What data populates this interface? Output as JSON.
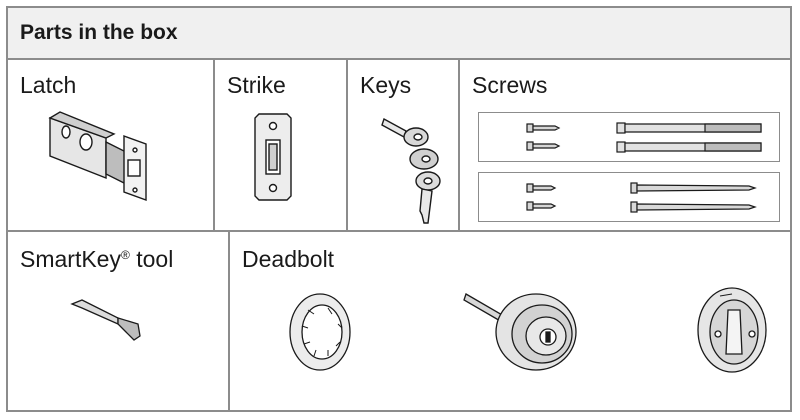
{
  "header": {
    "title": "Parts in the box"
  },
  "parts": {
    "latch": "Latch",
    "strike": "Strike",
    "keys": "Keys",
    "screws": "Screws",
    "smartkey_tool_name": "SmartKey",
    "smartkey_tool_mark": "®",
    "smartkey_tool_suffix": " tool",
    "deadbolt": "Deadbolt"
  },
  "colors": {
    "border": "#8c8c8c",
    "header_bg": "#f0f0f0",
    "ink": "#1a1a1a"
  }
}
